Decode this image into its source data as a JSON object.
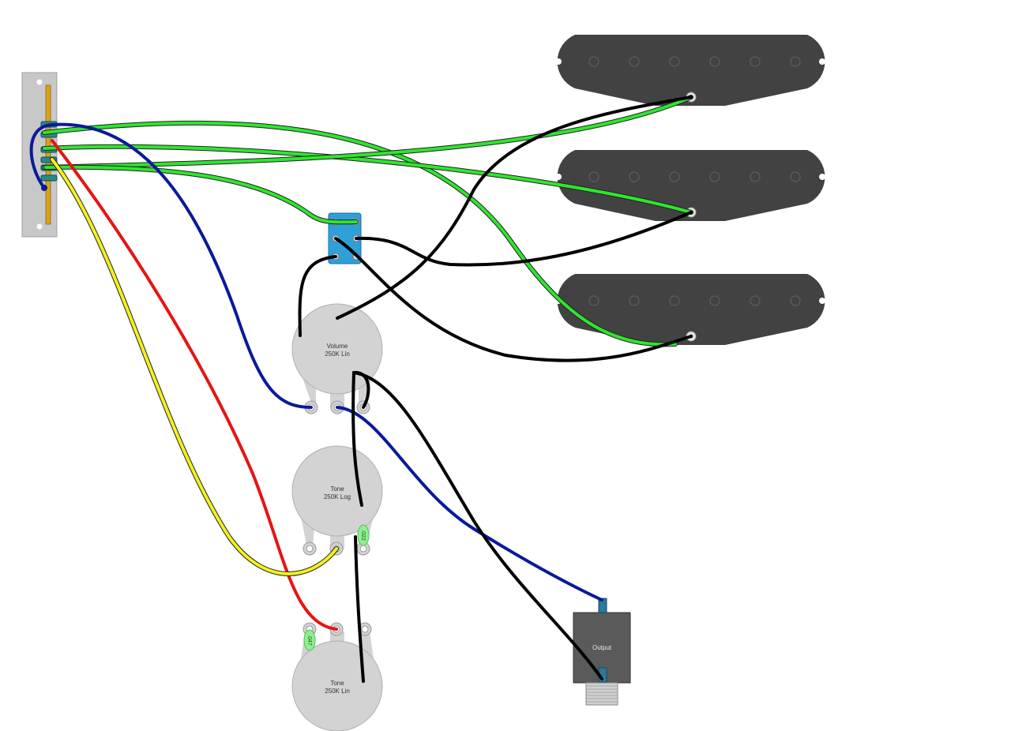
{
  "components": {
    "volume_pot": {
      "label_line1": "Volume",
      "label_line2": "250K Lin"
    },
    "tone_pot_1": {
      "label_line1": "Tone",
      "label_line2": "250K Log"
    },
    "tone_pot_2": {
      "label_line1": "Tone",
      "label_line2": "250K Lin"
    },
    "capacitor_1": {
      "label": ".022"
    },
    "capacitor_2": {
      "label": ".047"
    },
    "output_jack": {
      "label": "Output"
    }
  },
  "colors": {
    "green_wire": "#2ee62e",
    "blue_wire": "#0a1a9a",
    "red_wire": "#e61414",
    "yellow_wire": "#f5f01e",
    "black_wire": "#000000",
    "pickup_body": "#424242",
    "pot_body": "#d3d3d3",
    "switch_plate": "#c8c8c8",
    "mini_switch": "#2f9fd8",
    "capacitor": "#8ef08e",
    "jack_body": "#5a5a5a"
  }
}
